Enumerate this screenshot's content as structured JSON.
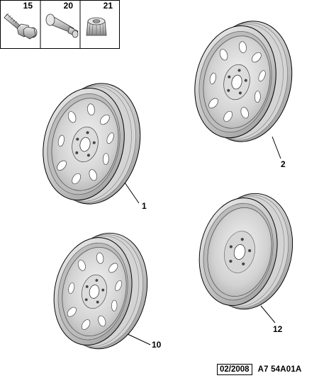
{
  "parts": {
    "hardware": [
      {
        "ref": "15",
        "icon": "wheel-bolt-icon"
      },
      {
        "ref": "20",
        "icon": "valve-stem-icon"
      },
      {
        "ref": "21",
        "icon": "wheel-nut-icon"
      }
    ],
    "wheels": [
      {
        "ref": "1",
        "icon": "steel-wheel-rim-icon"
      },
      {
        "ref": "2",
        "icon": "steel-wheel-rim-icon"
      },
      {
        "ref": "10",
        "icon": "steel-wheel-rim-icon"
      },
      {
        "ref": "12",
        "icon": "spare-wheel-rim-icon"
      }
    ]
  },
  "footer": {
    "date": "02/2008",
    "code": "A7  54A01A"
  },
  "colors": {
    "rim_light": "#e6e6e6",
    "rim_mid": "#c6c6c6",
    "rim_dark": "#8e8e8e",
    "line": "#000000"
  }
}
